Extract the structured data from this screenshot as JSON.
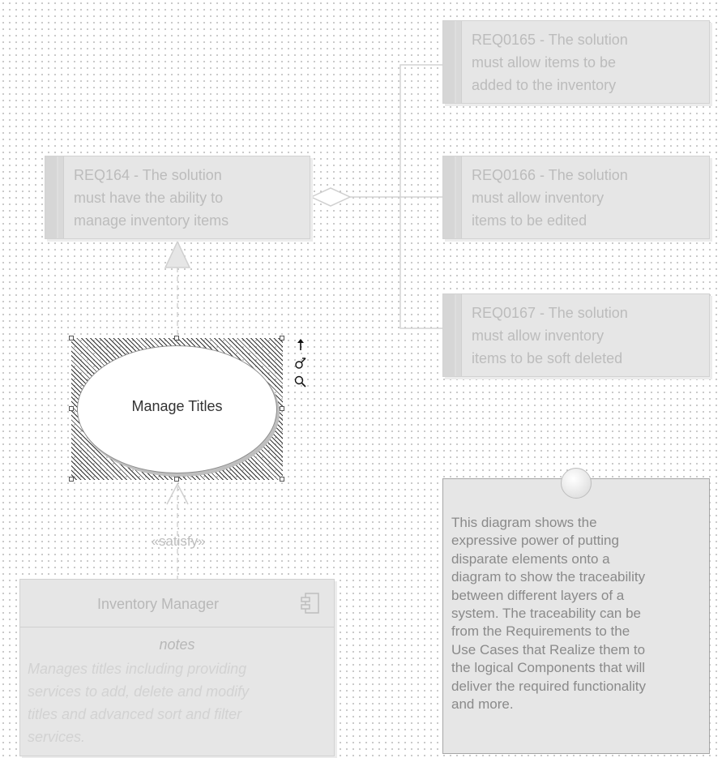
{
  "requirements": {
    "req164": "REQ164 - The solution\nmust have the ability to\nmanage inventory items",
    "req0165": "REQ0165 - The solution\nmust allow items to be\nadded to the inventory",
    "req0166": "REQ0166 - The solution\nmust allow inventory\nitems to be edited",
    "req0167": "REQ0167 - The solution\nmust allow inventory\nitems to be soft deleted"
  },
  "use_case": {
    "label": "Manage Titles"
  },
  "connector": {
    "stereotype": "«satisfy»"
  },
  "component": {
    "name": "Inventory Manager",
    "notes_header": "notes",
    "notes": "Manages titles including providing\nservices to add, delete and modify\ntitles and advanced sort and filter\nservices."
  },
  "note": {
    "text": "This diagram shows the\nexpressive power of putting\ndisparate elements onto a\ndiagram to show the traceability\nbetween different layers of a\nsystem. The traceability can be\nfrom the Requirements to the\nUse Cases that Realize them to\nthe logical Components that will\ndeliver the required functionality\nand more."
  },
  "selection_tools": {
    "icons": [
      "up-arrow-icon",
      "link-connector-icon",
      "magnifier-icon"
    ]
  },
  "colors": {
    "faded_fill": "#e6e6e6",
    "faded_text": "#bcbcbc",
    "connector": "#d0d0d0",
    "note_text": "#8a8a8a"
  }
}
